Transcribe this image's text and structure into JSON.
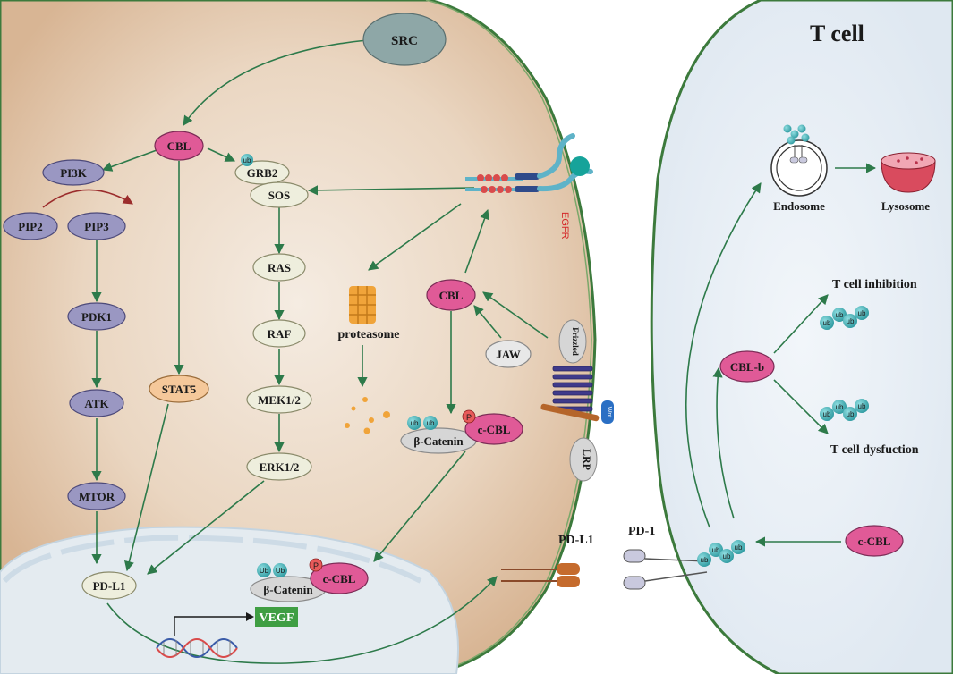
{
  "labels": {
    "t_cell": "T cell",
    "src": "SRC",
    "cbl_top": "CBL",
    "pi3k": "PI3K",
    "pip2": "PIP2",
    "pip3": "PIP3",
    "pdk1": "PDK1",
    "atk": "ATK",
    "mtor": "MTOR",
    "stat5": "STAT5",
    "grb2": "GRB2",
    "sos": "SOS",
    "ras": "RAS",
    "raf": "RAF",
    "mek": "MEK1/2",
    "erk": "ERK1/2",
    "proteasome": "proteasome",
    "cbl_mid": "CBL",
    "jaw": "JAW",
    "beta_catenin_cyto": "β-Catenin",
    "c_cbl_cyto": "c-CBL",
    "frizzled": "Frizzled",
    "wnt": "Wnt",
    "lrp": "LRP",
    "egfr": "EGFR",
    "pd_l1_nucleus": "PD-L1",
    "beta_catenin_nucleus": "β-Catenin",
    "c_cbl_nucleus": "c-CBL",
    "vegf": "VEGF",
    "pd_l1_membrane": "PD-L1",
    "pd_1": "PD-1",
    "endosome": "Endosome",
    "lysosome": "Lysosome",
    "cbl_b": "CBL-b",
    "t_cell_inhibition": "T cell inhibition",
    "t_cell_dysfunction": "T cell dysfuction",
    "c_cbl_tcell": "c-CBL",
    "ub": "ub",
    "ub_cap": "Ub",
    "p": "P"
  },
  "colors": {
    "tumor_cell": "#e2c7aa",
    "t_cell": "#e9f0f7",
    "nucleus": "#e4ebf0",
    "membrane_green": "#3c7a3c",
    "arrow_green": "#2d7a4a",
    "arrow_red": "#9b2c2c",
    "pink_protein": "#e05a97",
    "purple_protein": "#9a97c2",
    "cream_protein": "#eeeedd",
    "orange_protein": "#f5c89a",
    "grey_protein": "#d6d6d6",
    "src_grey": "#8ea7a7",
    "ub_teal": "#4bb9bd",
    "vegf_green": "#3f9e43",
    "proteasome_orange": "#f0a43a"
  }
}
